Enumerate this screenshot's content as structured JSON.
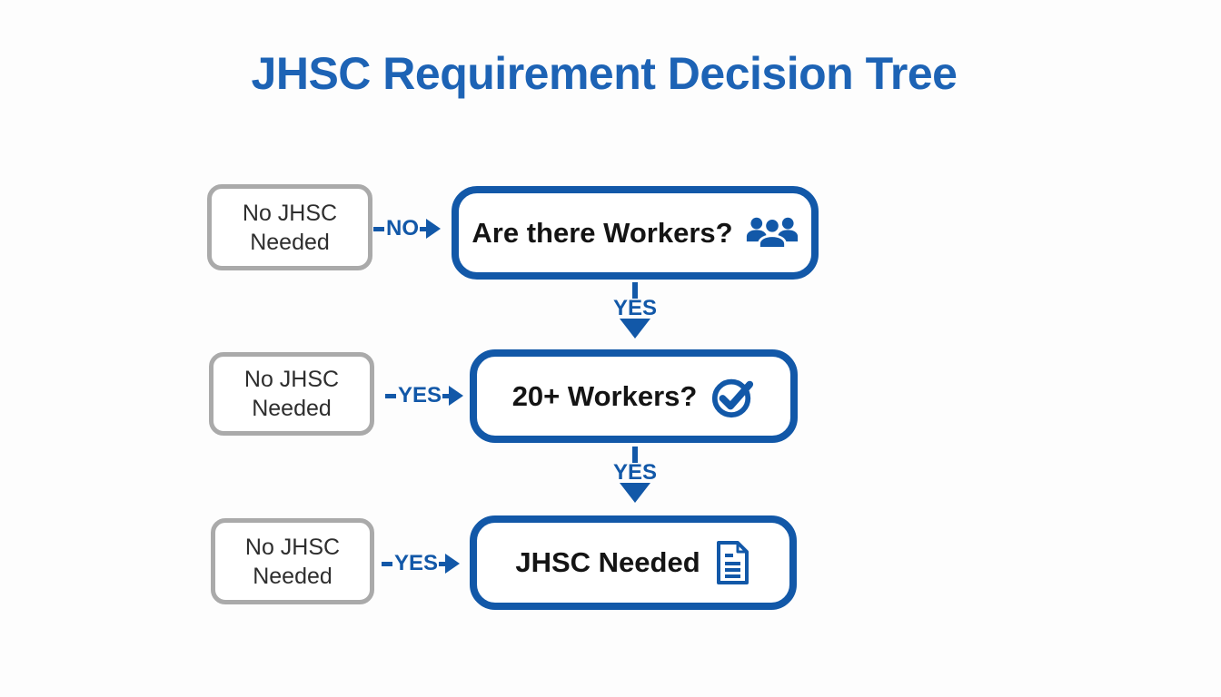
{
  "title": "JHSC Requirement Decision Tree",
  "colors": {
    "blue": "#1258a8",
    "title-blue": "#1d63b5",
    "gray-border": "#aaaaaa",
    "box-text": "#141414",
    "outcome-text": "#2e2e2e",
    "background": "#fdfdfd"
  },
  "flow": {
    "rows": [
      {
        "outcome": "No JHSC Needed",
        "branch_label": "NO",
        "question": "Are there Workers?",
        "icon": "people-group-icon"
      },
      {
        "outcome": "No JHSC Needed",
        "branch_label": "YES",
        "question": "20+ Workers?",
        "icon": "check-circle-icon"
      },
      {
        "outcome": "No JHSC Needed",
        "branch_label": "YES",
        "question": "JHSC Needed",
        "icon": "document-icon"
      }
    ],
    "down_labels": [
      "YES",
      "YES"
    ]
  }
}
